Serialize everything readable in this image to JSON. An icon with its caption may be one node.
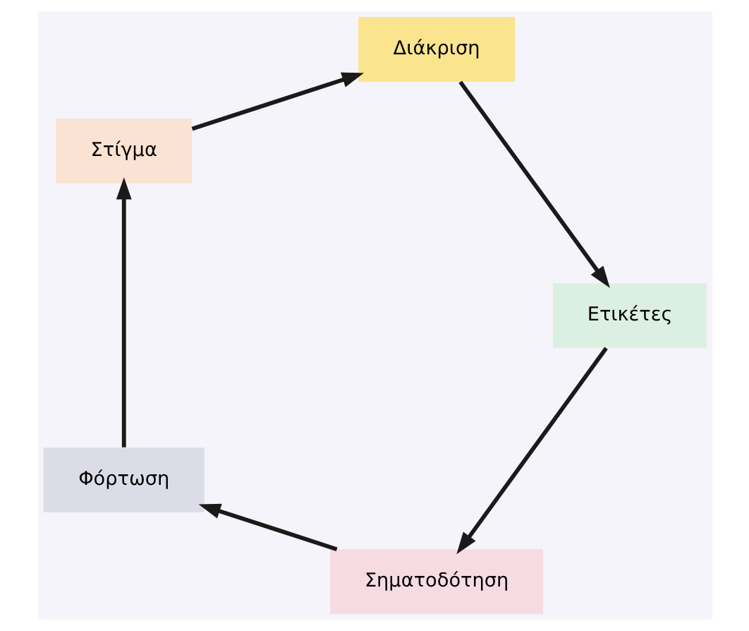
{
  "diagram": {
    "nodes": [
      {
        "text": [
          "Σηματοδότηση"
        ]
      },
      {
        "text": [
          "Φόρτωση"
        ]
      },
      {
        "text": [
          "Στίγμα"
        ]
      },
      {
        "text": [
          "Διάκριση"
        ]
      },
      {
        "text": [
          "Ετικέτες"
        ]
      }
    ],
    "edges": [
      {
        "from": 0,
        "to": 1,
        "arrow": "to"
      },
      {
        "from": 1,
        "to": 2,
        "arrow": "to"
      },
      {
        "from": 2,
        "to": 3,
        "arrow": "to"
      },
      {
        "from": 3,
        "to": 4,
        "arrow": "to"
      },
      {
        "from": 4,
        "to": 0,
        "arrow": "to"
      }
    ]
  }
}
